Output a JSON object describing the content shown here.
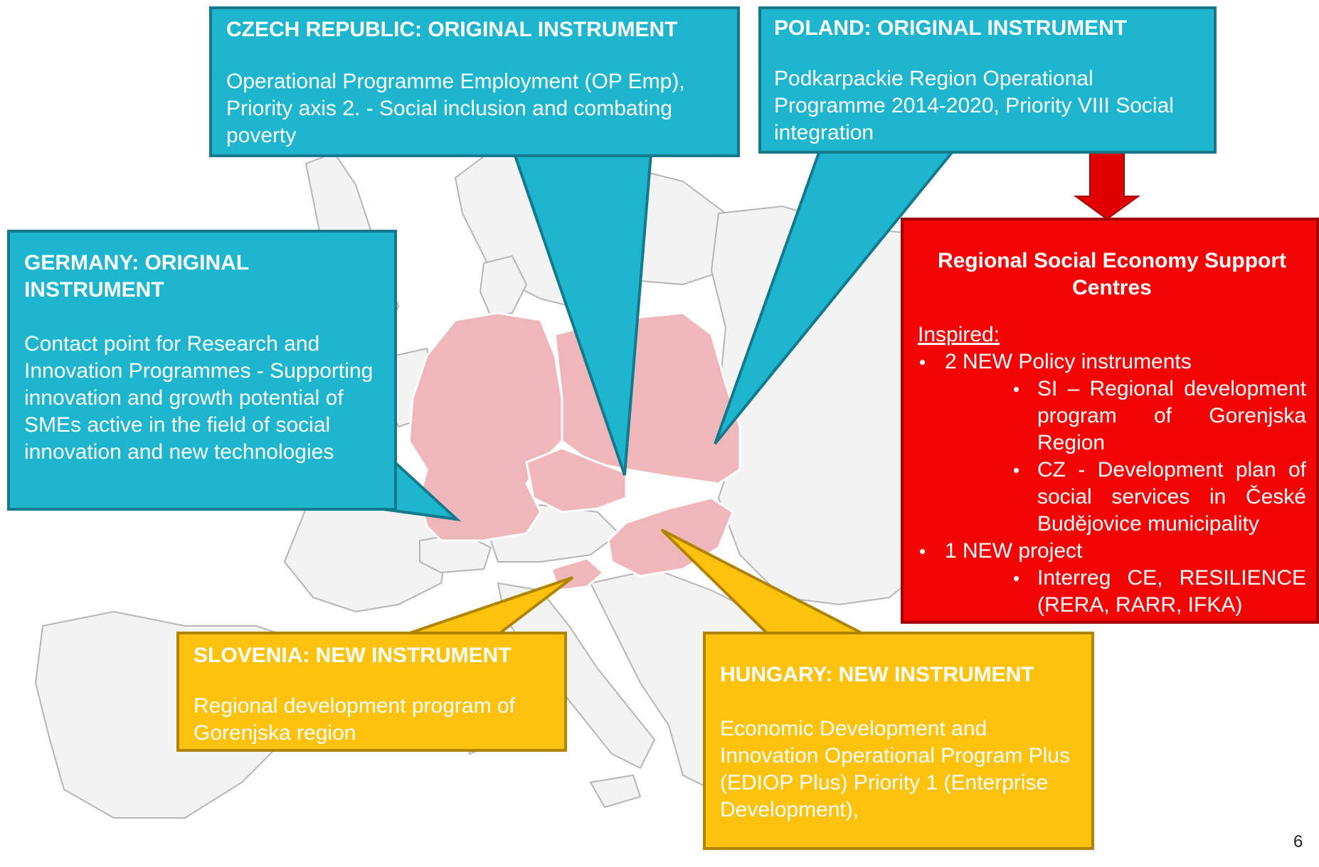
{
  "callouts": {
    "czech": {
      "title": "CZECH REPUBLIC: ORIGINAL INSTRUMENT",
      "body": "Operational Programme Employment (OP Emp), Priority axis 2. - Social inclusion and combating poverty"
    },
    "poland": {
      "title": "POLAND: ORIGINAL INSTRUMENT",
      "body": "Podkarpackie Region Operational Programme 2014-2020, Priority VIII Social integration"
    },
    "germany": {
      "title": "GERMANY: ORIGINAL INSTRUMENT",
      "body": "Contact point for Research and Innovation Programmes - Supporting innovation and growth potential of SMEs active in the field of social innovation and new technologies"
    },
    "slovenia": {
      "title": "SLOVENIA: NEW INSTRUMENT",
      "body": "Regional development program of Gorenjska region"
    },
    "hungary": {
      "title": "HUNGARY: NEW INSTRUMENT",
      "body": "Economic Development and Innovation Operational Program Plus (EDIOP Plus) Priority 1 (Enterprise Development),"
    }
  },
  "result": {
    "title": "Regional Social Economy Support Centres",
    "inspired_label": "Inspired:",
    "items": [
      {
        "label": "2 NEW Policy instruments",
        "sub": [
          "SI – Regional development program of Gorenjska Region",
          "CZ - Development plan of social services in České Budějovice municipality"
        ]
      },
      {
        "label": "1 NEW project",
        "sub": [
          "Interreg CE, RESILIENCE (RERA, RARR, IFKA)"
        ]
      }
    ]
  },
  "page_number": "6",
  "colors": {
    "teal": "#1eb5cf",
    "yellow": "#fcc20e",
    "red": "#f40505",
    "highlight_country": "#efb7b9",
    "map_land": "#f3f3f3",
    "map_border": "#b5b5b5"
  }
}
